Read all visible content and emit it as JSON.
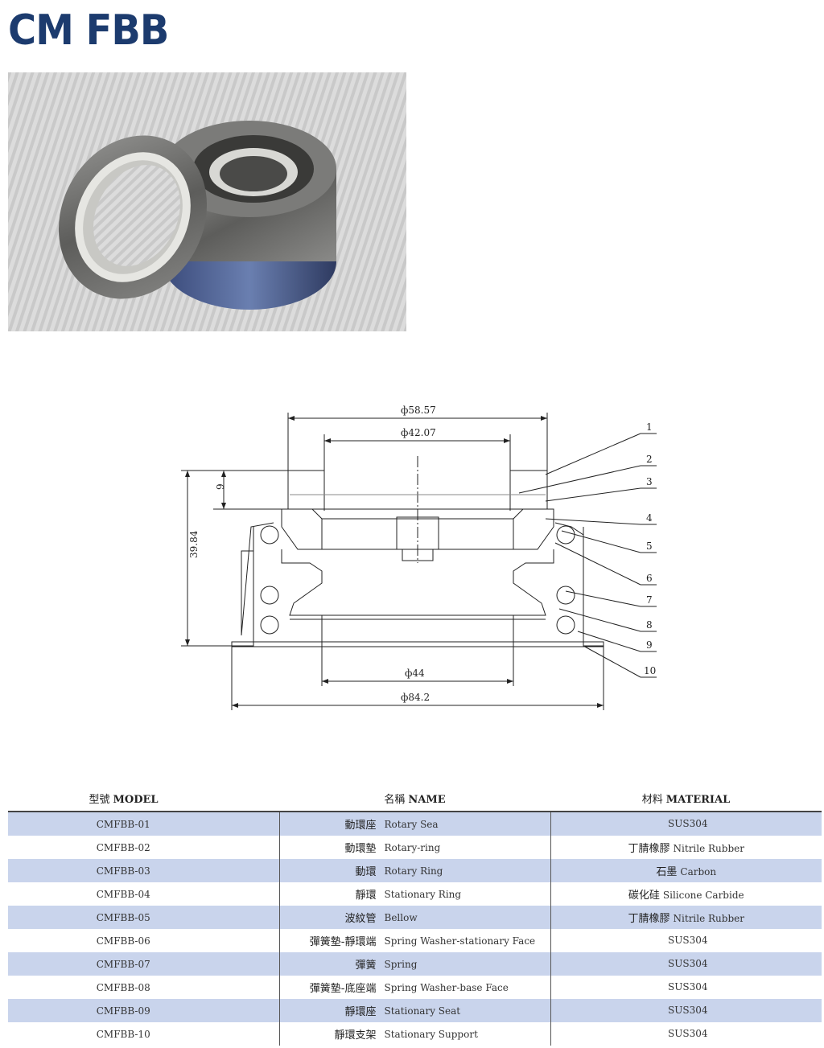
{
  "header": {
    "title": "CM FBB"
  },
  "photo": {
    "alt": "CM FBB"
  },
  "drawing": {
    "dim_top_outer": "ф58.57",
    "dim_top_inner": "ф42.07",
    "dim_bottom_inner": "ф44",
    "dim_bottom_outer": "ф84.2",
    "dim_height_total": "39.84",
    "dim_height_small": "9",
    "callouts": [
      "1",
      "2",
      "3",
      "4",
      "5",
      "6",
      "7",
      "8",
      "9",
      "10"
    ]
  },
  "table": {
    "headers": {
      "model_cn": "型號",
      "model_en": "MODEL",
      "name_cn": "名稱",
      "name_en": "NAME",
      "material_cn": "材料",
      "material_en": "MATERIAL"
    },
    "rows": [
      {
        "model": "CMFBB-01",
        "name_cn": "動環座",
        "name_en": "Rotary Sea",
        "material_cn": "",
        "material_en": "SUS304"
      },
      {
        "model": "CMFBB-02",
        "name_cn": "動環墊",
        "name_en": "Rotary-ring",
        "material_cn": "丁腈橡膠",
        "material_en": "Nitrile Rubber"
      },
      {
        "model": "CMFBB-03",
        "name_cn": "動環",
        "name_en": "Rotary Ring",
        "material_cn": "石墨",
        "material_en": "Carbon"
      },
      {
        "model": "CMFBB-04",
        "name_cn": "靜環",
        "name_en": "Stationary Ring",
        "material_cn": "碳化硅",
        "material_en": "Silicone Carbide"
      },
      {
        "model": "CMFBB-05",
        "name_cn": "波紋管",
        "name_en": "Bellow",
        "material_cn": "丁腈橡膠",
        "material_en": "Nitrile Rubber"
      },
      {
        "model": "CMFBB-06",
        "name_cn": "彈簧墊-靜環端",
        "name_en": "Spring Washer-stationary Face",
        "material_cn": "",
        "material_en": "SUS304"
      },
      {
        "model": "CMFBB-07",
        "name_cn": "彈簧",
        "name_en": "Spring",
        "material_cn": "",
        "material_en": "SUS304"
      },
      {
        "model": "CMFBB-08",
        "name_cn": "彈簧墊-底座端",
        "name_en": "Spring Washer-base Face",
        "material_cn": "",
        "material_en": "SUS304"
      },
      {
        "model": "CMFBB-09",
        "name_cn": "靜環座",
        "name_en": "Stationary Seat",
        "material_cn": "",
        "material_en": "SUS304"
      },
      {
        "model": "CMFBB-10",
        "name_cn": "靜環支架",
        "name_en": "Stationary Support",
        "material_cn": "",
        "material_en": "SUS304"
      }
    ]
  }
}
